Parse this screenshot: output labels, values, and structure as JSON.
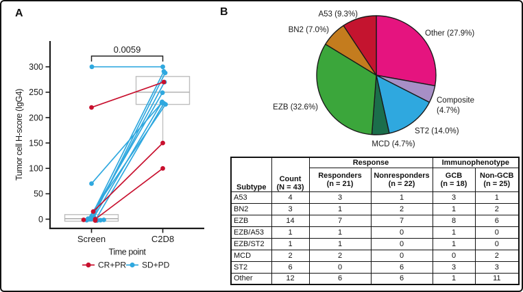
{
  "panel_a": {
    "letter": "A"
  },
  "panel_b": {
    "letter": "B"
  },
  "colors": {
    "responder_red": "#C8102E",
    "nonresponder_blue": "#2FA8DF",
    "axis": "#1a1a1a",
    "box_gray": "#bdbdbd"
  },
  "chart_data": [
    {
      "type": "scatter",
      "subtype": "paired-dot-line-plot",
      "p_value": "0.0059",
      "ylabel": "Tumor cell H-score (IgG4)",
      "xlabel": "Time point",
      "x_categories": [
        "Screen",
        "C2D8"
      ],
      "yticks": [
        0,
        50,
        100,
        150,
        200,
        250,
        300
      ],
      "ylim": [
        0,
        300
      ],
      "legend_position": "bottom",
      "legend": [
        {
          "name": "CR+PR",
          "color": "#C8102E"
        },
        {
          "name": "SD+PD",
          "color": "#2FA8DF"
        }
      ],
      "series": [
        {
          "name": "CR+PR",
          "color": "#C8102E",
          "pairs": [
            [
              220,
              270
            ],
            [
              15,
              150
            ],
            [
              0,
              100
            ]
          ],
          "jitter": [
            [
              0,
              1.5
            ],
            [
              2.5,
              0
            ],
            [
              5.5,
              0
            ]
          ],
          "screen_only_zero_points": [
            [
              -11.5,
              1
            ],
            [
              5.5,
              2
            ]
          ]
        },
        {
          "name": "SD+PD",
          "color": "#2FA8DF",
          "pairs": [
            [
              300,
              300
            ],
            [
              70,
              229
            ],
            [
              0,
              291
            ],
            [
              2,
              288
            ],
            [
              0,
              270
            ],
            [
              0,
              249
            ],
            [
              4,
              231
            ],
            [
              0,
              228
            ],
            [
              1,
              226
            ]
          ],
          "jitter": [
            [
              0.5,
              0
            ],
            [
              0,
              -1.5
            ],
            [
              -2.5,
              1.5
            ],
            [
              1.5,
              3.5
            ],
            [
              -0.5,
              2.5
            ],
            [
              -3.5,
              -0.5
            ],
            [
              3.5,
              -1
            ],
            [
              6.5,
              1.5
            ],
            [
              -5,
              4
            ]
          ],
          "screen_only_zero_points": [
            [
              -7,
              1.5
            ],
            [
              8,
              2
            ],
            [
              13,
              1.5
            ],
            [
              18,
              1
            ]
          ]
        }
      ],
      "boxplots": [
        {
          "category": "Screen",
          "q1": -4,
          "median": 1,
          "q3": 9
        },
        {
          "category": "C2D8",
          "q1": 226,
          "median": 250,
          "q3": 281,
          "whisker_low": 150
        }
      ]
    },
    {
      "type": "pie",
      "start_angle": "top",
      "direction": "clockwise",
      "slices": [
        {
          "label": "Other",
          "pct": 27.9,
          "color": "#E5147F",
          "label_x": 288,
          "label_y": 50,
          "anchor": "start"
        },
        {
          "label": "Composite",
          "pct": 4.7,
          "color": "#A78FC6",
          "label_x": 305,
          "label_y": 148,
          "anchor": "start",
          "lines": [
            "Composite",
            "(4.7%)"
          ]
        },
        {
          "label": "ST2",
          "pct": 14.0,
          "color": "#2FA8DF",
          "label_x": 273,
          "label_y": 193,
          "anchor": "start"
        },
        {
          "label": "MCD",
          "pct": 4.7,
          "color": "#1B6E4B",
          "label_x": 242,
          "label_y": 212,
          "anchor": "middle"
        },
        {
          "label": "EZB",
          "pct": 32.6,
          "color": "#3BA63B",
          "label_x": 132,
          "label_y": 158,
          "anchor": "end"
        },
        {
          "label": "BN2",
          "pct": 7.0,
          "color": "#C47C1E",
          "label_x": 148,
          "label_y": 45,
          "anchor": "end"
        },
        {
          "label": "A53",
          "pct": 9.3,
          "color": "#C4142F",
          "label_x": 190,
          "label_y": 22,
          "anchor": "end"
        }
      ]
    }
  ],
  "table": {
    "group_headers": [
      {
        "label": "Response",
        "span": 2
      },
      {
        "label": "Immunophenotype",
        "span": 2
      }
    ],
    "columns": [
      {
        "id": "subtype",
        "label": "Subtype",
        "sub": ""
      },
      {
        "id": "count",
        "label": "Count",
        "sub": "(N = 43)"
      },
      {
        "id": "responders",
        "label": "Responders",
        "sub": "(n = 21)"
      },
      {
        "id": "nonresponders",
        "label": "Nonresponders",
        "sub": "(n = 22)"
      },
      {
        "id": "gcb",
        "label": "GCB",
        "sub": "(n = 18)"
      },
      {
        "id": "nongcb",
        "label": "Non-GCB",
        "sub": "(n = 25)"
      }
    ],
    "rows": [
      [
        "A53",
        "4",
        "3",
        "1",
        "3",
        "1"
      ],
      [
        "BN2",
        "3",
        "1",
        "2",
        "1",
        "2"
      ],
      [
        "EZB",
        "14",
        "7",
        "7",
        "8",
        "6"
      ],
      [
        "EZB/A53",
        "1",
        "1",
        "0",
        "1",
        "0"
      ],
      [
        "EZB/ST2",
        "1",
        "1",
        "0",
        "1",
        "0"
      ],
      [
        "MCD",
        "2",
        "2",
        "0",
        "0",
        "2"
      ],
      [
        "ST2",
        "6",
        "0",
        "6",
        "3",
        "3"
      ],
      [
        "Other",
        "12",
        "6",
        "6",
        "1",
        "11"
      ]
    ]
  }
}
